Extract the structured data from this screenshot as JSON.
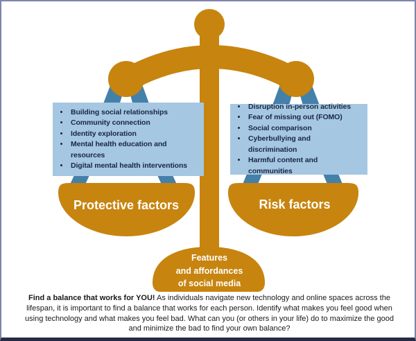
{
  "diagram": {
    "protective": {
      "label": "Protective factors",
      "items": [
        "Building social relationships",
        "Community connection",
        "Identity exploration",
        "Mental health education and resources",
        "Digital mental health interventions"
      ]
    },
    "risk": {
      "label": "Risk factors",
      "items": [
        "Disruption in-person activities",
        "Fear of missing out (FOMO)",
        "Social comparison",
        "Cyberbullying and discrimination",
        "Harmful content and communities"
      ]
    },
    "base": {
      "lines": [
        "Features",
        "and affordances",
        "of social media"
      ]
    }
  },
  "caption": {
    "bold": "Find a balance that works for YOU!",
    "rest": " As individuals navigate new technology and online spaces across the lifespan, it is important to find a balance that works for each person. Identify what makes you feel good when using technology and what makes you feel bad. What can you (or others in your life) do to maximize the good and minimize the bad to find your own balance?"
  },
  "colors": {
    "scale_orange": "#C7840F",
    "strap_blue": "#4380AA",
    "box_blue": "#A5C7E2",
    "list_text": "#1A2742",
    "pan_text": "#FFFFFF",
    "caption_text": "#191919",
    "border_purple": "#7F82AC",
    "border_bottom_dark": "#252A45"
  }
}
